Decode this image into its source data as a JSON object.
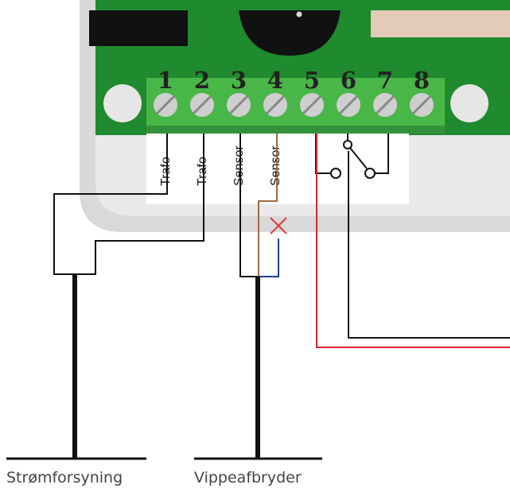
{
  "terminal_block": {
    "terminals": [
      "1",
      "2",
      "3",
      "4",
      "5",
      "6",
      "7",
      "8"
    ]
  },
  "wire_labels": {
    "label_1": "Trafo",
    "label_2": "Trafo",
    "label_3": "Sensor",
    "label_4": "Sensor"
  },
  "captions": {
    "power": "Strømforsyning",
    "switch": "Vippeafbryder"
  },
  "colors": {
    "housing": "#d9d9d9",
    "housing_shadow": "#e9e9e9",
    "pcb": "#1f8a2e",
    "terminal_block": "#49b648",
    "terminal_block_dark": "#33913b",
    "screw": "#cfcfcf",
    "component_dark": "#111111",
    "relay_beige": "#e3cbb8",
    "wire_black": "#111111",
    "wire_brown": "#a0673f",
    "wire_blue": "#1f3f8f",
    "wire_red": "#d8252b",
    "x_mark": "#e23b3b"
  },
  "icons": {
    "disconnected_mark": "red-x-icon",
    "relay_contacts": "relay-switch-icon"
  }
}
